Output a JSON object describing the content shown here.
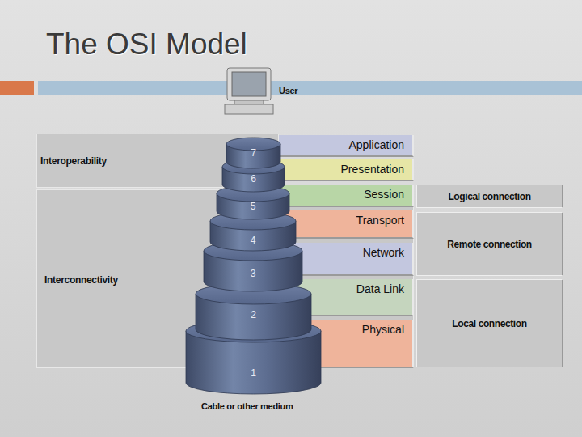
{
  "diagram": {
    "title": "The OSI Model",
    "nodes": [
      {
        "text": [
          "Interoperability"
        ]
      },
      {
        "text": [
          "Interconnectivity"
        ]
      },
      {
        "text": [
          "Application"
        ]
      },
      {
        "text": [
          "Presentation"
        ]
      },
      {
        "text": [
          "Session"
        ]
      },
      {
        "text": [
          "Transport"
        ]
      },
      {
        "text": [
          "Network"
        ]
      },
      {
        "text": [
          "Data Link"
        ]
      },
      {
        "text": [
          "Physical"
        ]
      },
      {
        "text": [
          "Logical connection"
        ]
      },
      {
        "text": [
          "Remote connection"
        ]
      },
      {
        "text": [
          "Local connection"
        ]
      },
      {
        "text": [
          "7"
        ]
      },
      {
        "text": [
          "6"
        ]
      },
      {
        "text": [
          "5"
        ]
      },
      {
        "text": [
          "4"
        ]
      },
      {
        "text": [
          "3"
        ]
      },
      {
        "text": [
          "2"
        ]
      },
      {
        "text": [
          "1"
        ]
      }
    ],
    "labels": [
      "User",
      "Cable or other medium"
    ]
  }
}
